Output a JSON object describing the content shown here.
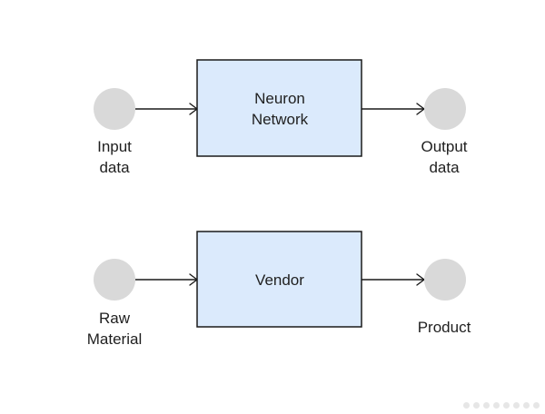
{
  "diagram": {
    "row1": {
      "input_label": [
        "Input",
        "data"
      ],
      "process_label": [
        "Neuron",
        "Network"
      ],
      "output_label": [
        "Output",
        "data"
      ]
    },
    "row2": {
      "input_label": [
        "Raw",
        "Material"
      ],
      "process_label": [
        "Vendor"
      ],
      "output_label": [
        "Product"
      ]
    }
  },
  "colors": {
    "process_fill": "#dbeafc",
    "circle_fill": "#d9d9d9",
    "stroke": "#1a1a1a"
  }
}
